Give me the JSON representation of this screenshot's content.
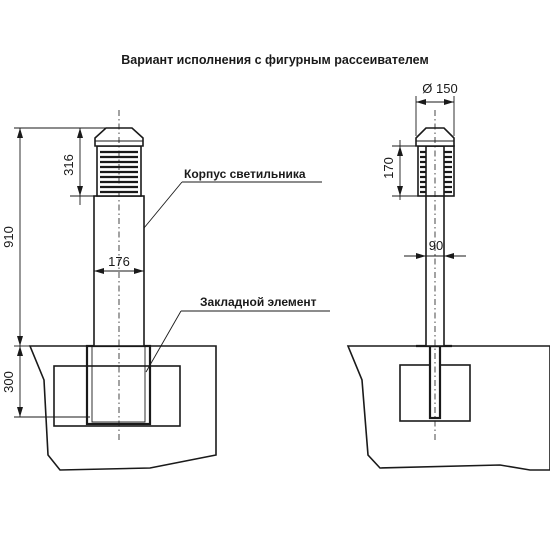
{
  "title": "Вариант исполнения с фигурным рассеивателем",
  "labels": {
    "body": "Корпус светильника",
    "embedded": "Закладной элемент"
  },
  "dimensions": {
    "total_height": "910",
    "cap_height_left": "316",
    "body_width": "176",
    "base_depth": "300",
    "diameter": "Ø 150",
    "cap_height_right": "170",
    "inner_width": "90"
  }
}
